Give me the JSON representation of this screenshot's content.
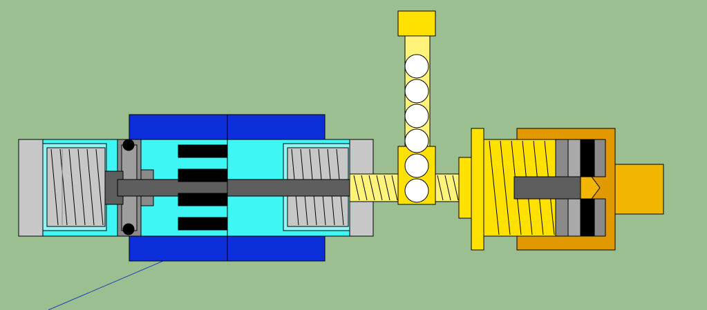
{
  "colors": {
    "background": "#9cbf92",
    "outline": "#000000",
    "blue_housing": "#0d2fd9",
    "cyan_body": "#3ef7f5",
    "light_cyan": "#8ff5f4",
    "light_gray": "#c7c7c7",
    "mid_gray": "#8a8a8a",
    "dark_gray": "#5e5e5e",
    "black": "#000000",
    "yellow": "#ffe100",
    "light_yellow": "#fff37a",
    "orange": "#f2b600",
    "dark_orange": "#e09a00",
    "white": "#ffffff",
    "leader_line": "#1b3fb8"
  },
  "components": [
    "left-end-cap",
    "left-spring-coil",
    "blue-housing",
    "cyan-body",
    "black-slots",
    "ball-feed-tube",
    "ball-stack",
    "threaded-shaft",
    "yellow-nut-collar",
    "orange-cylinder",
    "right-spring-coil",
    "output-block"
  ],
  "ball_count": 6,
  "slot_count": 4,
  "left_coil_turns": 6,
  "right_coil_turns": 6,
  "thread_turns": 14
}
